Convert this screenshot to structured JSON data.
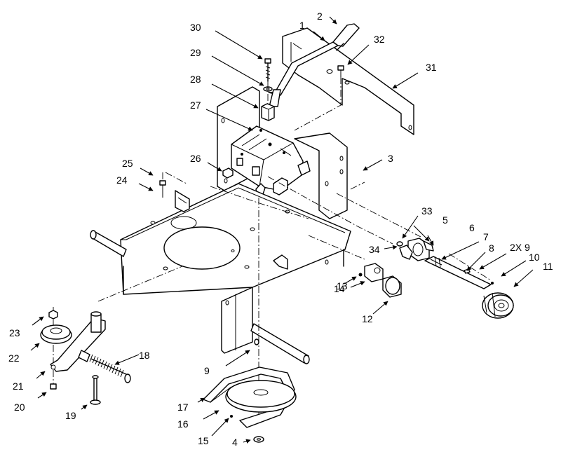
{
  "diagram": {
    "type": "exploded-parts-view",
    "colors": {
      "line": "#000000",
      "background": "#ffffff"
    },
    "callouts": [
      {
        "id": "c1",
        "label": "1"
      },
      {
        "id": "c2",
        "label": "2"
      },
      {
        "id": "c3",
        "label": "3"
      },
      {
        "id": "c4",
        "label": "4"
      },
      {
        "id": "c5",
        "label": "5"
      },
      {
        "id": "c6",
        "label": "6"
      },
      {
        "id": "c7",
        "label": "7"
      },
      {
        "id": "c8",
        "label": "8"
      },
      {
        "id": "c2x9",
        "label": "2X 9"
      },
      {
        "id": "c9",
        "label": "9"
      },
      {
        "id": "c10",
        "label": "10"
      },
      {
        "id": "c11",
        "label": "11"
      },
      {
        "id": "c12",
        "label": "12"
      },
      {
        "id": "c13",
        "label": "13"
      },
      {
        "id": "c14",
        "label": "14"
      },
      {
        "id": "c15",
        "label": "15"
      },
      {
        "id": "c16",
        "label": "16"
      },
      {
        "id": "c17",
        "label": "17"
      },
      {
        "id": "c18",
        "label": "18"
      },
      {
        "id": "c19",
        "label": "19"
      },
      {
        "id": "c20",
        "label": "20"
      },
      {
        "id": "c21",
        "label": "21"
      },
      {
        "id": "c22",
        "label": "22"
      },
      {
        "id": "c23",
        "label": "23"
      },
      {
        "id": "c24",
        "label": "24"
      },
      {
        "id": "c25",
        "label": "25"
      },
      {
        "id": "c26",
        "label": "26"
      },
      {
        "id": "c27",
        "label": "27"
      },
      {
        "id": "c28",
        "label": "28"
      },
      {
        "id": "c29",
        "label": "29"
      },
      {
        "id": "c30",
        "label": "30"
      },
      {
        "id": "c31",
        "label": "31"
      },
      {
        "id": "c32",
        "label": "32"
      },
      {
        "id": "c33",
        "label": "33"
      },
      {
        "id": "c34",
        "label": "34"
      }
    ]
  }
}
